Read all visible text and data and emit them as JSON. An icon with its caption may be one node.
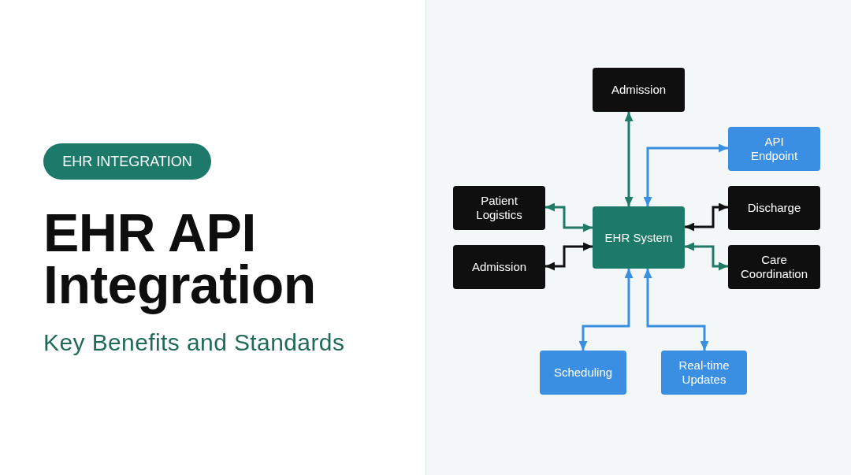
{
  "diagram": {
    "title": "EHR API Integration",
    "nodes": [
      {
        "text": [
          "EHR INTEGRATION"
        ]
      },
      {
        "text": [
          "Admission"
        ]
      },
      {
        "text": [
          "API Endpoint"
        ]
      },
      {
        "text": [
          "Patient Logistics"
        ]
      },
      {
        "text": [
          "Discharge"
        ]
      },
      {
        "text": [
          "EHR System"
        ]
      },
      {
        "text": [
          "Admission"
        ]
      },
      {
        "text": [
          "Care Coordination"
        ]
      },
      {
        "text": [
          "Scheduling"
        ]
      },
      {
        "text": [
          "Real-time Updates"
        ]
      }
    ],
    "edges": [
      {
        "from": 1,
        "to": 5,
        "arrow": "both",
        "color": "#1f7a66"
      },
      {
        "from": 5,
        "to": 2,
        "arrow": "both",
        "color": "#3a8fe0"
      },
      {
        "from": 3,
        "to": 5,
        "arrow": "both",
        "color": "#1f7a66"
      },
      {
        "from": 5,
        "to": 4,
        "arrow": "both",
        "color": "#111111"
      },
      {
        "from": 6,
        "to": 5,
        "arrow": "both",
        "color": "#111111"
      },
      {
        "from": 5,
        "to": 7,
        "arrow": "both",
        "color": "#1f7a66"
      },
      {
        "from": 5,
        "to": 8,
        "arrow": "both",
        "color": "#3a8fe0"
      },
      {
        "from": 5,
        "to": 9,
        "arrow": "both",
        "color": "#3a8fe0"
      }
    ],
    "labels": [
      "Key Benefits and Standards"
    ]
  }
}
